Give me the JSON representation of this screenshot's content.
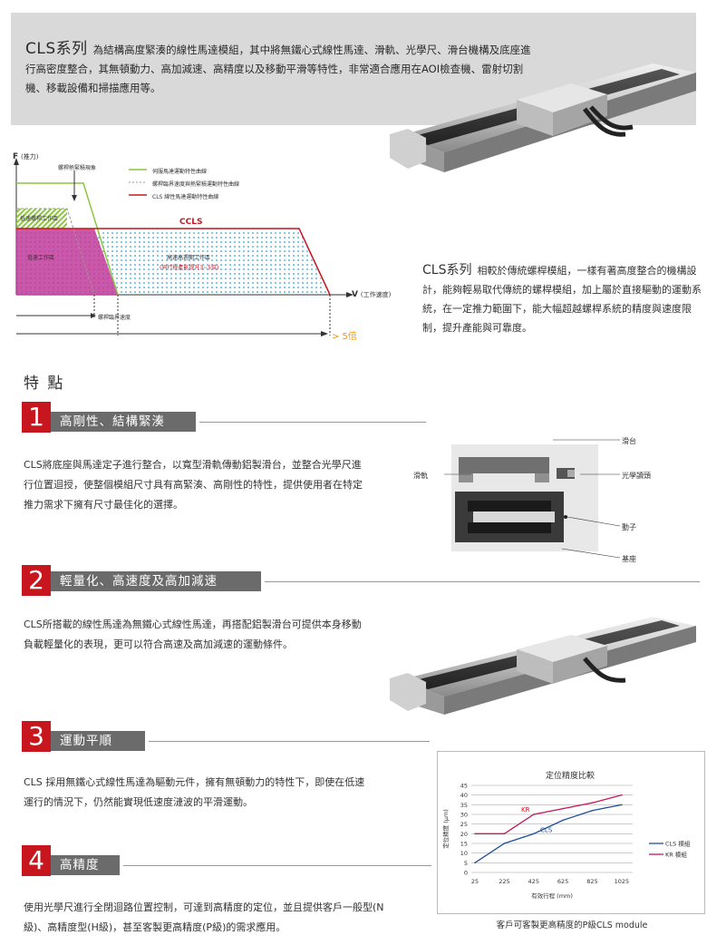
{
  "intro": {
    "series_name": "CLS系列",
    "text": "為結構高度緊湊的線性馬達模組，其中將無鐵心式線性馬達、滑軌、光學尺、滑台機構及底座進行高密度整合，其無頓動力、高加減速、高精度以及移動平滑等特性，非常適合應用在AOI檢查機、雷射切割機、移載設備和掃描應用等。"
  },
  "thrust_chart": {
    "y_axis_label": "F",
    "y_axis_unit": "(推力)",
    "x_axis_label": "V",
    "x_axis_unit": "(工作速度)",
    "annotation_top": "螺桿熱緊積現象",
    "legend": [
      {
        "label": "伺服馬達運動特性曲線",
        "color": "#8cc63f"
      },
      {
        "label": "螺桿臨界速度與熱緊積運動特性曲線",
        "color": "#999999"
      },
      {
        "label": "CLS 線性馬達運動特性曲線",
        "color": "#c8161e"
      }
    ],
    "zone_low_screw": "低速螺桿工作區",
    "zone_low": "低速工作區",
    "cls_tag": "CCLS",
    "zone_high": "高速高週期工作區",
    "zone_high_note": "(同行程產能提升3~5倍)",
    "critical_speed": "螺桿臨界速度",
    "multiplier": "> 5倍",
    "colors": {
      "green": "#8cc63f",
      "purple": "#c2399a",
      "cyan_dots": "#5bb8e0",
      "red": "#c8161e",
      "orange": "#f39800"
    }
  },
  "comparison": {
    "series_name": "CLS系列",
    "text": "相較於傳統螺桿模組，一樣有著高度整合的機構設計，能夠輕易取代傳統的螺桿模組，加上屬於直接驅動的運動系統，在一定推力範圍下，能大幅超越螺桿系統的精度與速度限制，提升產能與可靠度。"
  },
  "features_title": "特 點",
  "features": [
    {
      "num": "1",
      "title": "高剛性、結構緊湊",
      "text": "CLS將底座與馬達定子進行整合，以寬型滑軌傳動鋁製滑台，並整合光學尺進行位置迴授，使整個模組尺寸具有高緊湊、高剛性的特性，提供使用者在特定推力需求下擁有尺寸最佳化的選擇。"
    },
    {
      "num": "2",
      "title": "輕量化、高速度及高加減速",
      "text": "CLS所搭載的線性馬達為無鐵心式線性馬達，再搭配鋁製滑台可提供本身移動負載輕量化的表現，更可以符合高速及高加減速的運動條件。"
    },
    {
      "num": "3",
      "title": "運動平順",
      "text": "CLS 採用無鐵心式線性馬達為驅動元件，擁有無頓動力的特性下，即使在低速運行的情況下，仍然能實現低速度漣波的平滑運動。"
    },
    {
      "num": "4",
      "title": "高精度",
      "text": "使用光學尺進行全閉迴路位置控制，可達到高精度的定位，並且提供客戶一般型(N級)、高精度型(H級)，甚至客製更高精度(P級)的需求應用。"
    }
  ],
  "cross_section": {
    "labels": {
      "slide": "滑台",
      "rail": "滑軌",
      "optical": "光學讀頭",
      "mover": "動子",
      "base": "基座"
    }
  },
  "precision_chart": {
    "chart_data": {
      "type": "line",
      "title": "定位精度比較",
      "xlabel": "有效行程 (mm)",
      "ylabel": "定位精度 (μm)",
      "x": [
        25,
        225,
        425,
        625,
        825,
        1025
      ],
      "ylim": [
        0,
        45
      ],
      "yticks": [
        0,
        5,
        10,
        15,
        20,
        25,
        30,
        35,
        40,
        45
      ],
      "series": [
        {
          "name": "CLS 模組",
          "color": "#1f4e9c",
          "points": [
            [
              25,
              5
            ],
            [
              225,
              15
            ],
            [
              425,
              20
            ],
            [
              625,
              27
            ],
            [
              825,
              32
            ],
            [
              1025,
              35
            ]
          ]
        },
        {
          "name": "KR 模組",
          "color": "#c2185b",
          "points": [
            [
              25,
              20
            ],
            [
              225,
              20
            ],
            [
              425,
              30
            ],
            [
              625,
              33
            ],
            [
              825,
              36
            ],
            [
              1025,
              40
            ]
          ]
        }
      ],
      "inline_labels": [
        {
          "text": "KR",
          "color": "#c8161e"
        },
        {
          "text": "CLS",
          "color": "#1f4e9c"
        }
      ],
      "legend": [
        "CLS 模組",
        "KR 模組"
      ],
      "legend_position": "right"
    },
    "caption": "客戶可客製更高精度的P級CLS module"
  }
}
